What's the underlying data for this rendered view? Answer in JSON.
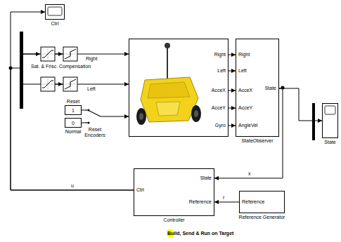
{
  "diagram": {
    "nodes": [
      {
        "text": [
          "Ctrl"
        ]
      },
      {
        "text": [
          "Right",
          "Left",
          "AcceX",
          "AcceY",
          "Gyro"
        ]
      },
      {
        "text": [
          "Right",
          "Left",
          "AcceX",
          "AcceY",
          "AngleVel",
          "State",
          "StateObserver"
        ]
      },
      {
        "text": [
          "State"
        ]
      },
      {
        "text": [
          "Reset",
          "1"
        ]
      },
      {
        "text": [
          "0",
          "Normal"
        ]
      },
      {
        "text": [
          "Reset Encoders"
        ]
      },
      {
        "text": [
          "State",
          "Ctrl",
          "Reference",
          "Controller"
        ]
      },
      {
        "text": [
          "Reference",
          "Reference Generator"
        ]
      },
      {
        "text": [
          "Build, Send & Run on Target"
        ]
      }
    ],
    "edges": [
      {
        "from": 1,
        "to": 2,
        "arrow": "to"
      },
      {
        "from": 1,
        "to": 2,
        "arrow": "to"
      },
      {
        "from": 1,
        "to": 2,
        "arrow": "to"
      },
      {
        "from": 1,
        "to": 2,
        "arrow": "to"
      },
      {
        "from": 1,
        "to": 2,
        "arrow": "to"
      },
      {
        "from": 2,
        "to": 3,
        "arrow": "to"
      },
      {
        "from": 2,
        "to": 7,
        "label": "x",
        "arrow": "to"
      },
      {
        "from": 8,
        "to": 7,
        "label": "r",
        "arrow": "to"
      },
      {
        "from": 7,
        "to": 0,
        "label": "u",
        "arrow": "to"
      },
      {
        "from": 7,
        "to": 1,
        "arrow": "to"
      },
      {
        "from": 4,
        "to": 6,
        "arrow": "none"
      },
      {
        "from": 5,
        "to": 6,
        "arrow": "none"
      },
      {
        "from": 6,
        "to": 1,
        "arrow": "to"
      }
    ],
    "labels": [
      "Sat. & Frisc. Compensation",
      "Right",
      "Left"
    ]
  }
}
